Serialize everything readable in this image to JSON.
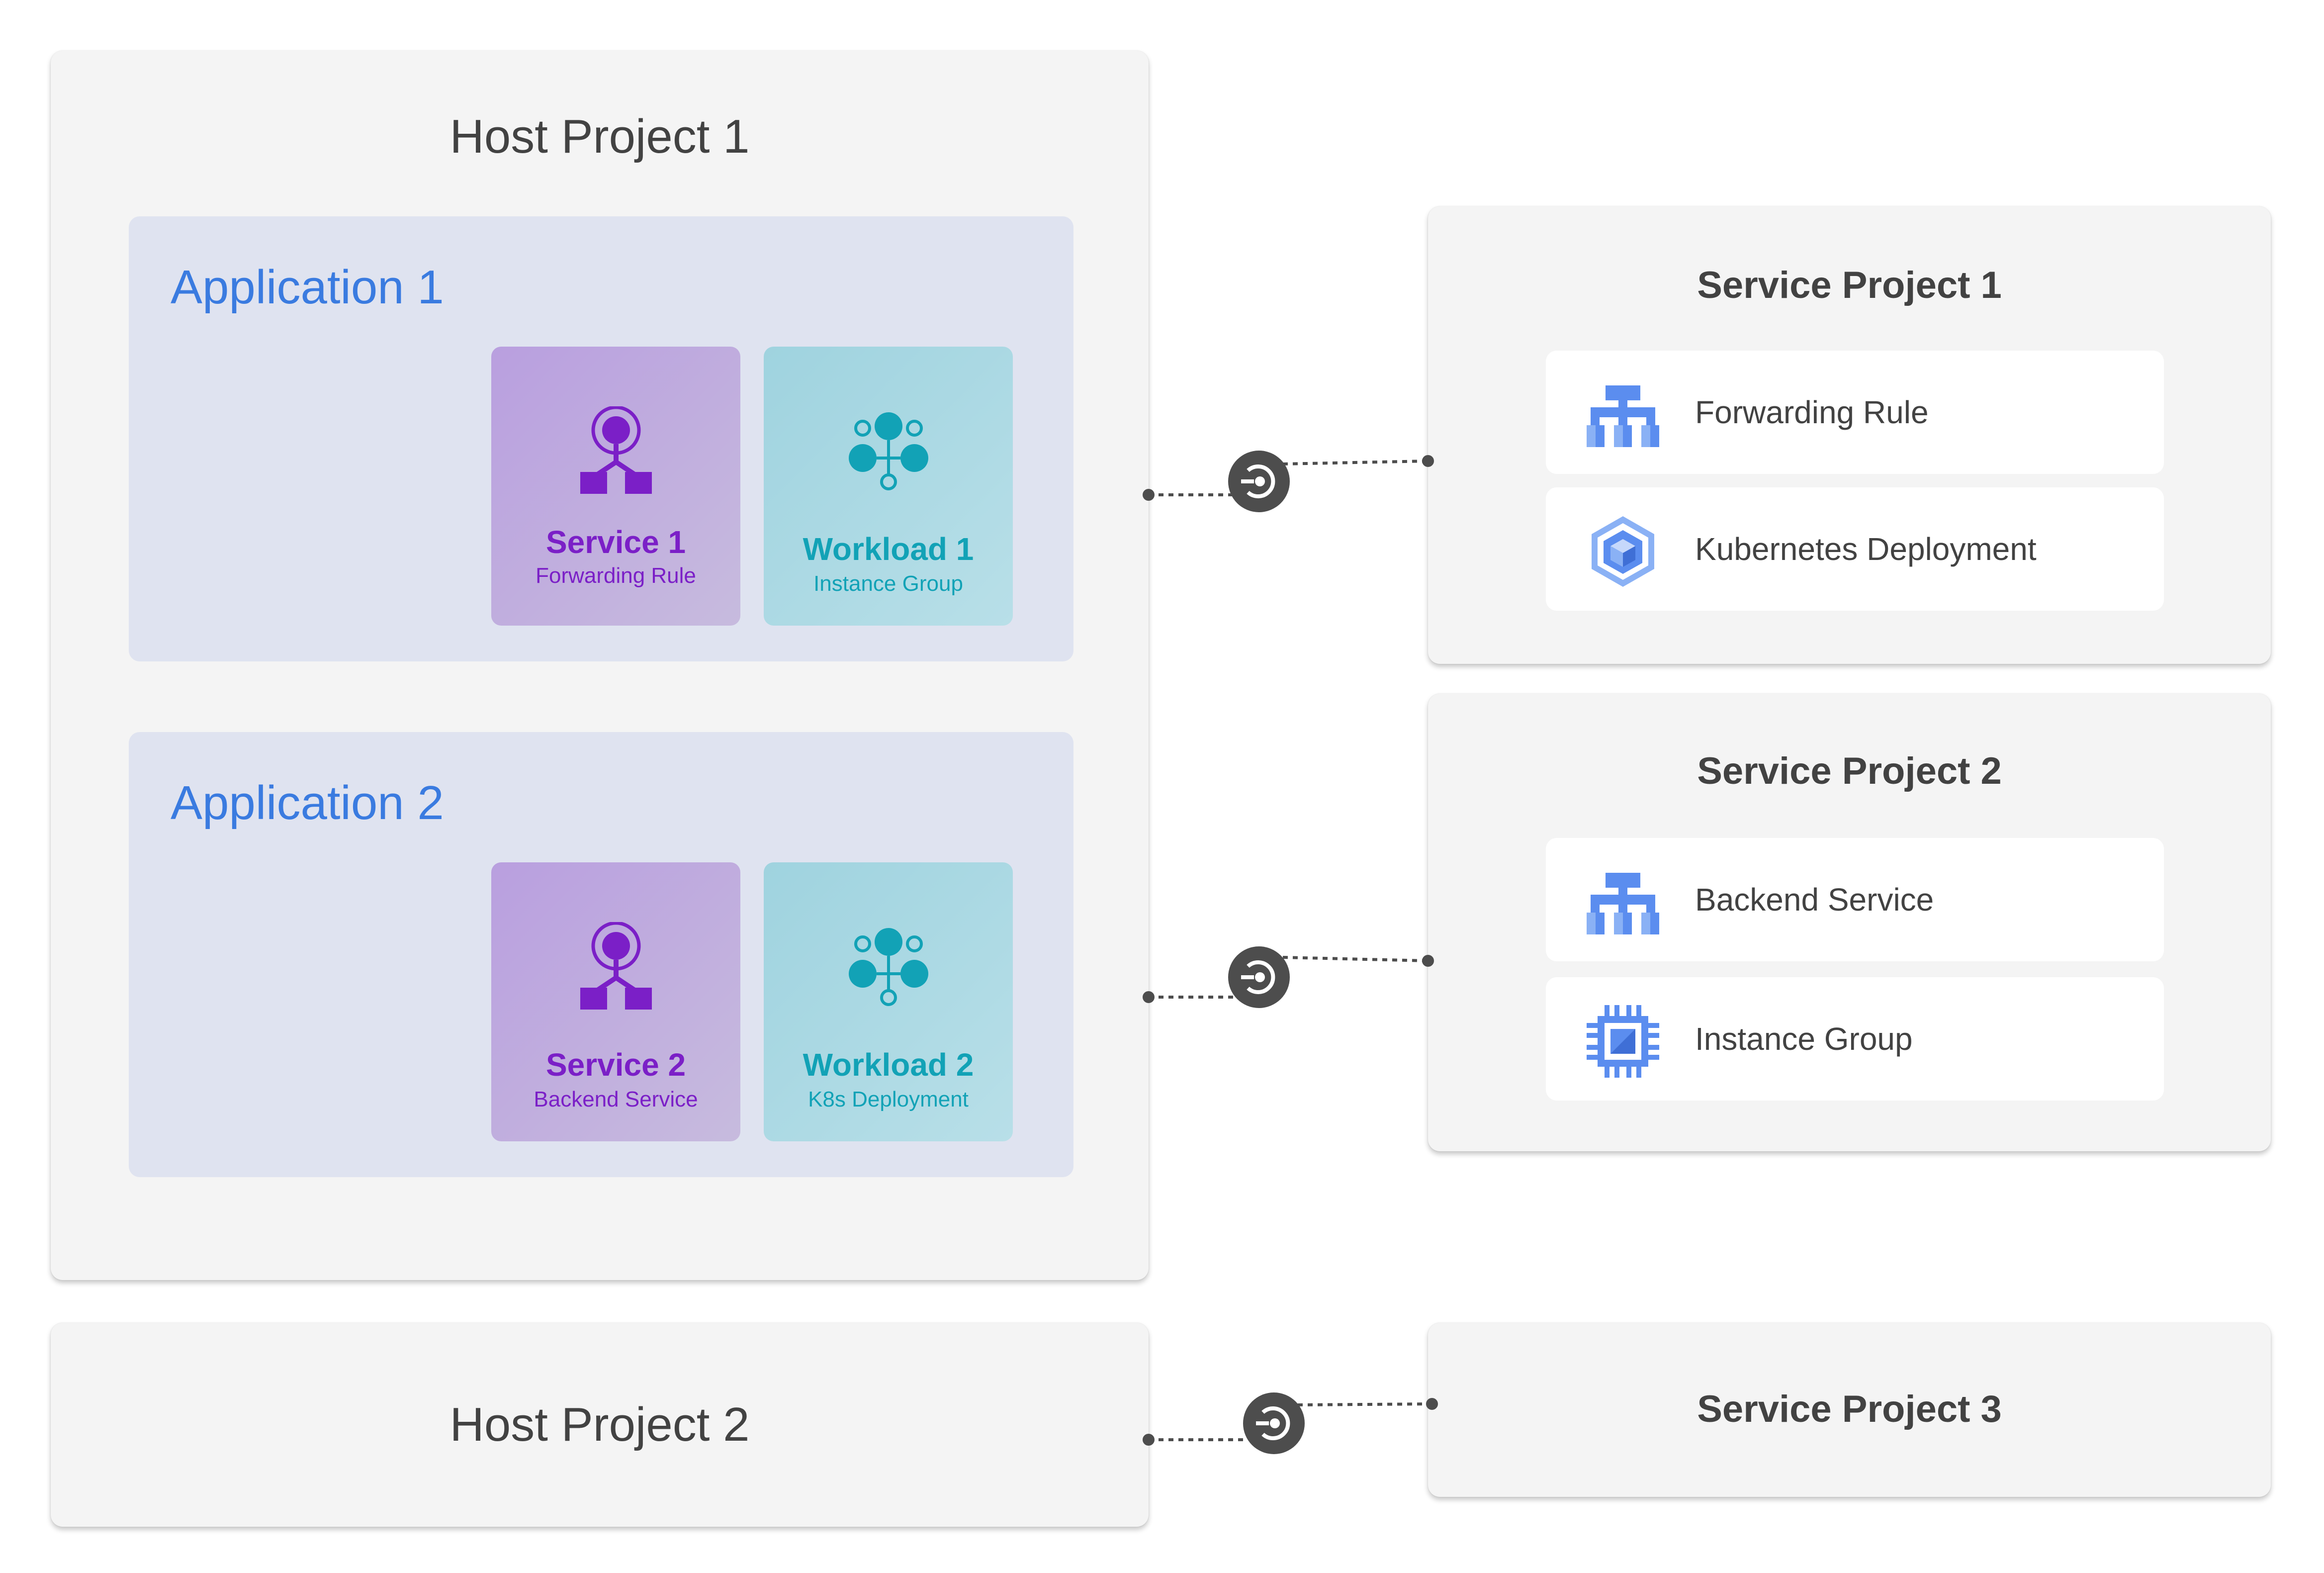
{
  "host_projects": [
    {
      "title": "Host Project 1"
    },
    {
      "title": "Host Project 2"
    }
  ],
  "applications": [
    {
      "title": "Application 1",
      "service": {
        "name": "Service 1",
        "sub": "Forwarding Rule"
      },
      "workload": {
        "name": "Workload 1",
        "sub": "Instance Group"
      }
    },
    {
      "title": "Application 2",
      "service": {
        "name": "Service 2",
        "sub": "Backend Service"
      },
      "workload": {
        "name": "Workload 2",
        "sub": "K8s Deployment"
      }
    }
  ],
  "service_projects": [
    {
      "title": "Service Project 1",
      "items": [
        {
          "label": "Forwarding Rule",
          "icon": "hierarchy-icon"
        },
        {
          "label": "Kubernetes Deployment",
          "icon": "kubernetes-cube-icon"
        }
      ]
    },
    {
      "title": "Service Project 2",
      "items": [
        {
          "label": "Backend Service",
          "icon": "hierarchy-icon"
        },
        {
          "label": "Instance Group",
          "icon": "chip-icon"
        }
      ]
    },
    {
      "title": "Service Project 3"
    }
  ],
  "colors": {
    "panel": "#f4f4f4",
    "application_bg": "#dfe3f0",
    "application_title": "#3a7be0",
    "service_text": "#7b1fc7",
    "workload_text": "#12a2b6",
    "gcp_icon_blue": "#5b8def",
    "connector": "#4d4d4d"
  }
}
